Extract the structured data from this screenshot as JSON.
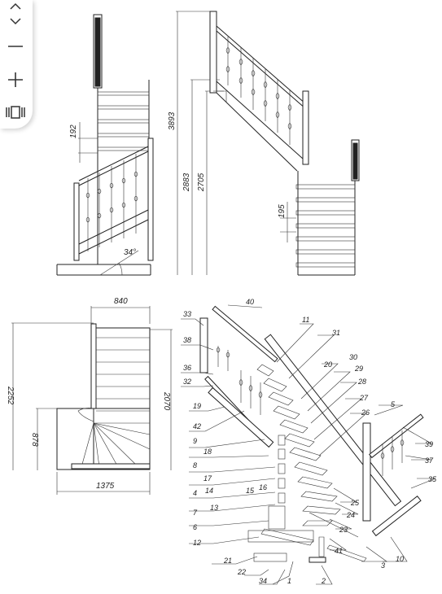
{
  "drawing": {
    "dimensions": {
      "d192": "192",
      "d3893": "3893",
      "d2883": "2883",
      "d2705": "2705",
      "d195": "195",
      "d34": "34°",
      "d840": "840",
      "d2252": "2252",
      "d2070": "2070",
      "d878": "878",
      "d1375": "1375"
    },
    "callouts": [
      "1",
      "2",
      "3",
      "4",
      "5",
      "6",
      "7",
      "8",
      "9",
      "10",
      "11",
      "12",
      "13",
      "14",
      "15",
      "16",
      "17",
      "18",
      "19",
      "20",
      "21",
      "22",
      "23",
      "24",
      "25",
      "26",
      "27",
      "28",
      "29",
      "30",
      "31",
      "32",
      "33",
      "34",
      "35",
      "36",
      "37",
      "38",
      "39",
      "40",
      "41",
      "42"
    ]
  },
  "viewer": {
    "icons": [
      "chevron-up-icon",
      "chevron-down-icon",
      "zoom-out-icon",
      "zoom-in-icon",
      "fit-page-icon"
    ]
  }
}
